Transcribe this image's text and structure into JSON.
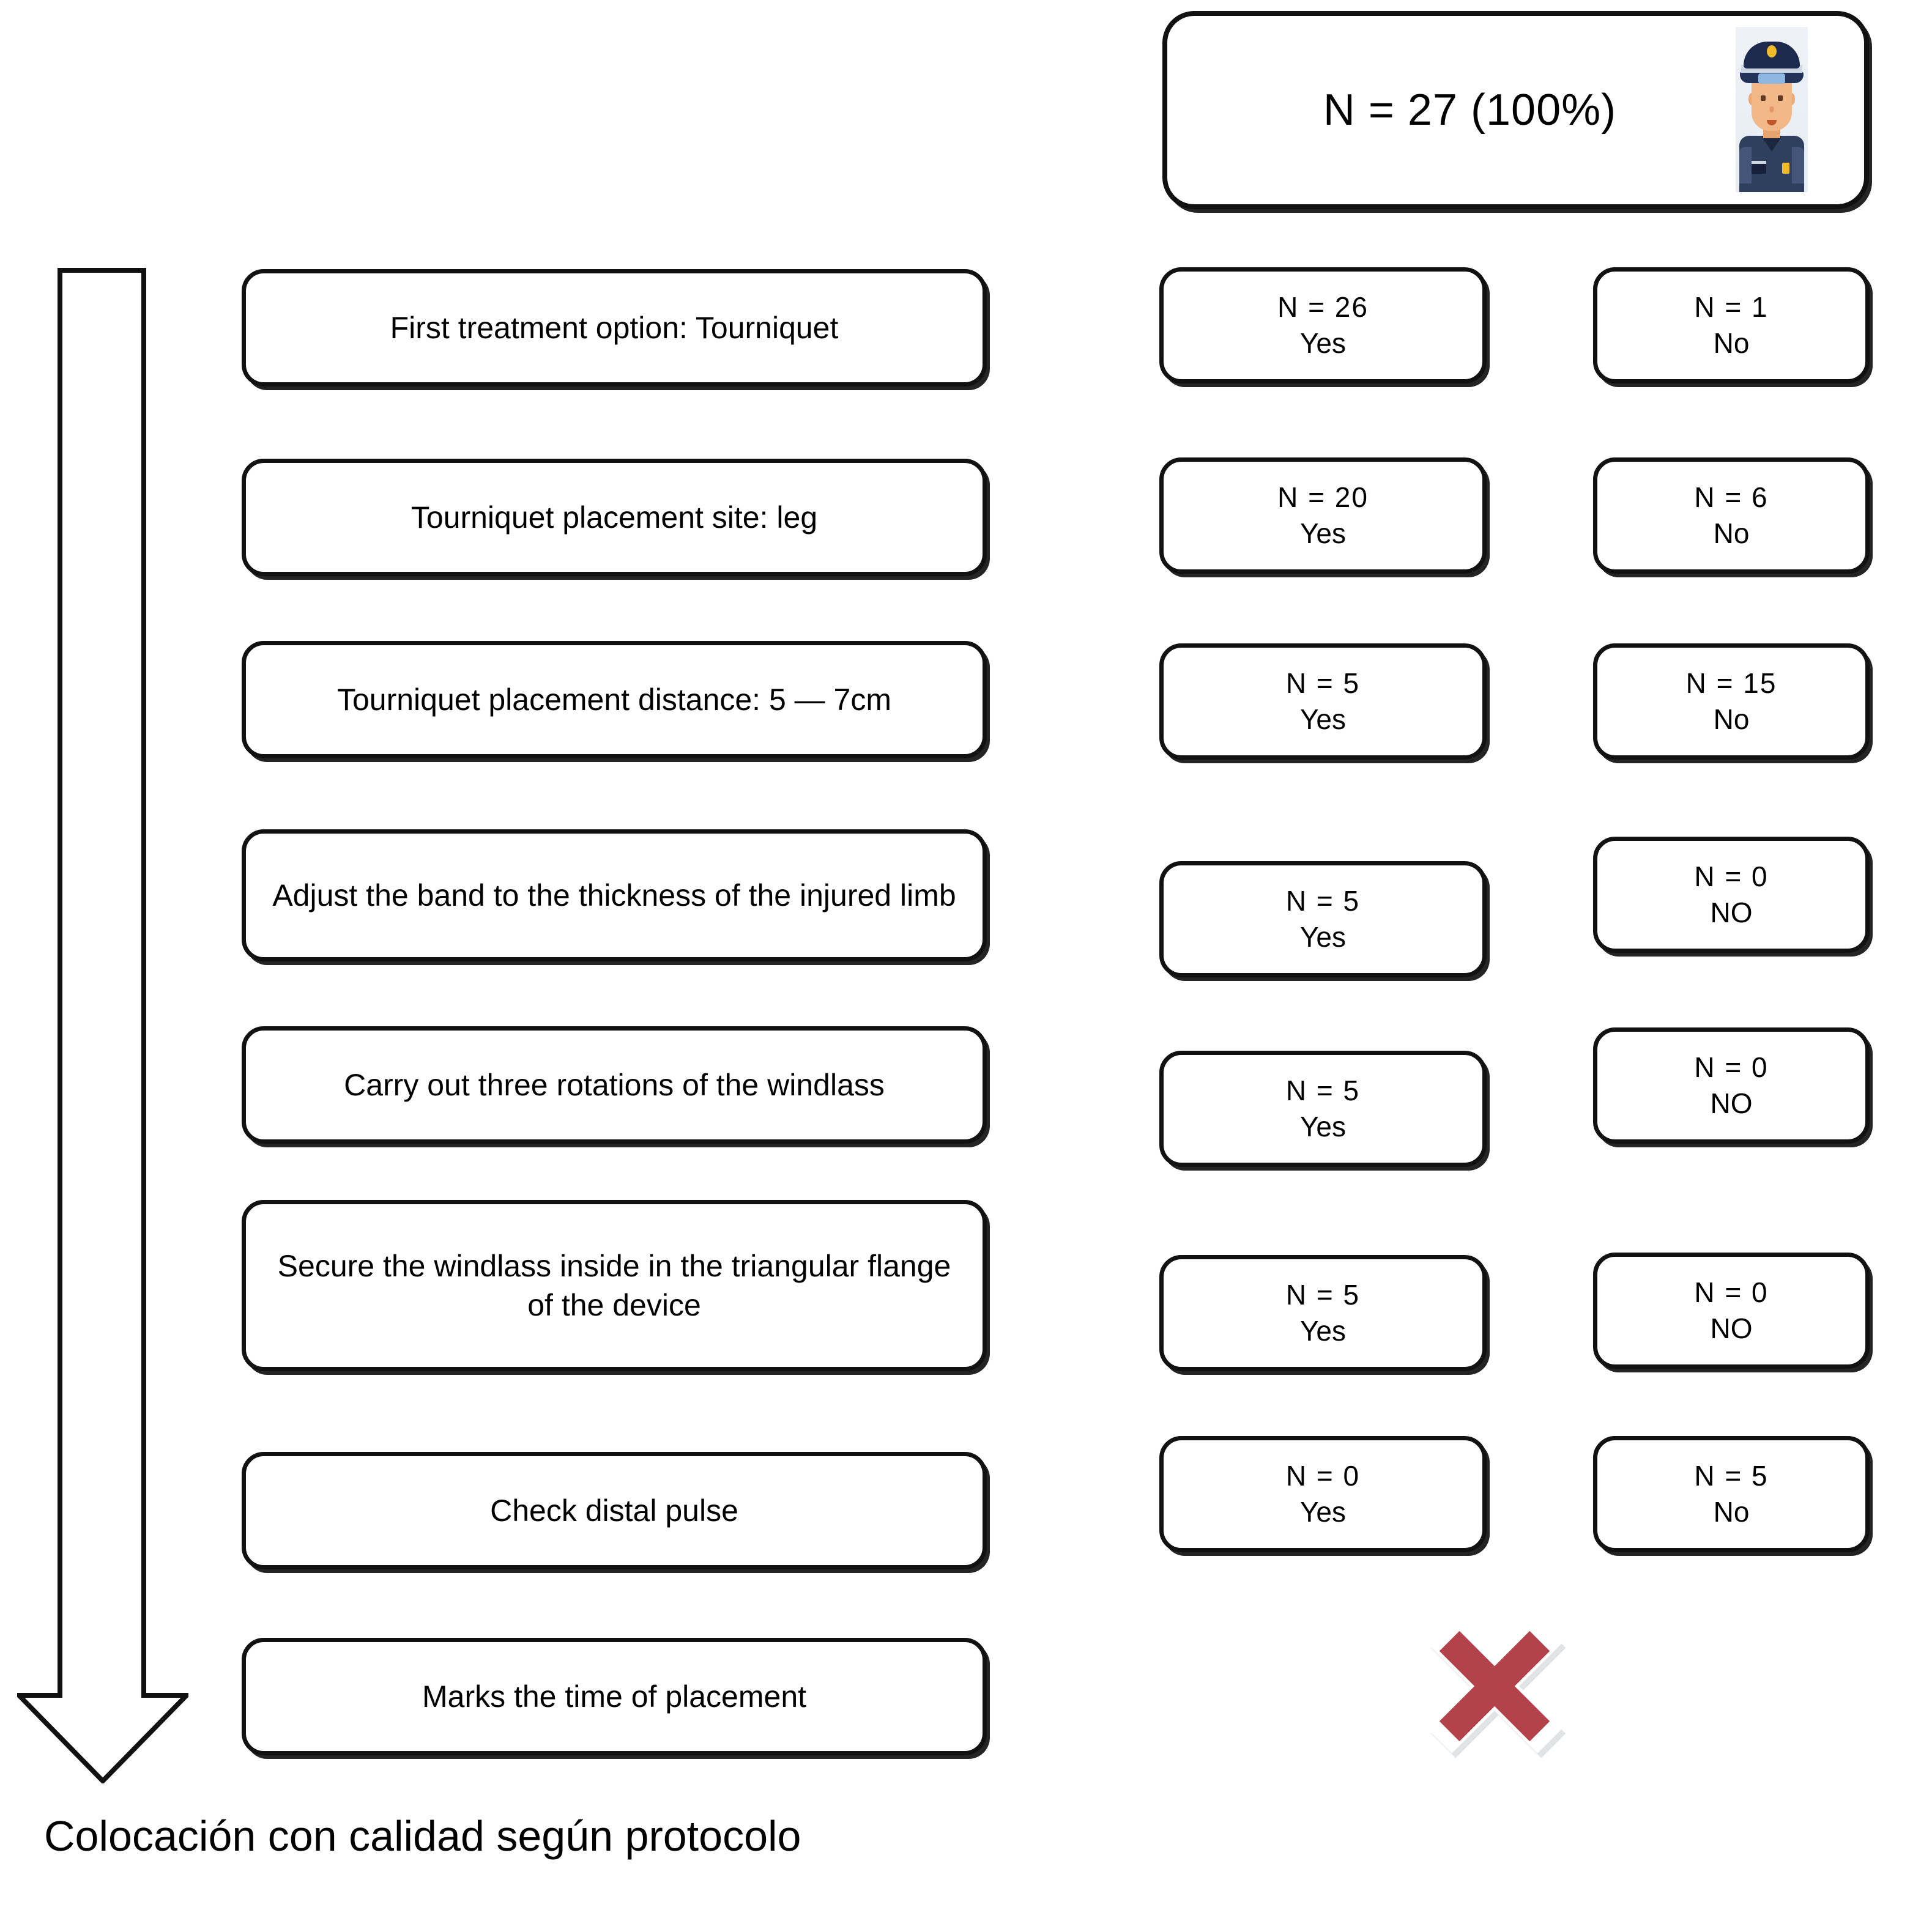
{
  "header": {
    "count_label": "N = 27 (100%)",
    "avatar_icon": "police-officer-avatar"
  },
  "steps": [
    {
      "label": "First treatment option: Tourniquet"
    },
    {
      "label": "Tourniquet  placement site: leg"
    },
    {
      "label": "Tourniquet  placement distance: 5 — 7cm"
    },
    {
      "label": "Adjust the band to the thickness of the injured limb"
    },
    {
      "label": "Carry out three rotations of the windlass"
    },
    {
      "label": "Secure the windlass inside in the triangular flange of the device"
    },
    {
      "label": "Check distal pulse"
    },
    {
      "label": "Marks the time of placement"
    }
  ],
  "results": [
    {
      "yes_count": "N = 26",
      "yes_label": "Yes",
      "no_count": "N = 1",
      "no_label": "No"
    },
    {
      "yes_count": "N = 20",
      "yes_label": "Yes",
      "no_count": "N = 6",
      "no_label": "No"
    },
    {
      "yes_count": "N = 5",
      "yes_label": "Yes",
      "no_count": "N = 15",
      "no_label": "No"
    },
    {
      "yes_count": "N = 5",
      "yes_label": "Yes",
      "no_count": "N = 0",
      "no_label": "NO"
    },
    {
      "yes_count": "N = 5",
      "yes_label": "Yes",
      "no_count": "N = 0",
      "no_label": "NO"
    },
    {
      "yes_count": "N = 5",
      "yes_label": "Yes",
      "no_count": "N = 0",
      "no_label": "NO"
    },
    {
      "yes_count": "N = 0",
      "yes_label": "Yes",
      "no_count": "N = 5",
      "no_label": "No"
    }
  ],
  "marks": {
    "cross_icon": "red-cross-x-icon",
    "cross_color": "#b4424a"
  },
  "arrow": {
    "icon": "down-arrow-icon"
  },
  "caption": {
    "text": "Colocación con calidad según protocolo"
  },
  "colors": {
    "outline": "#111111",
    "background": "#ffffff",
    "cross_red": "#b4424a",
    "uniform_navy": "#2f3f5e",
    "badge_gold": "#f0bb2a"
  }
}
